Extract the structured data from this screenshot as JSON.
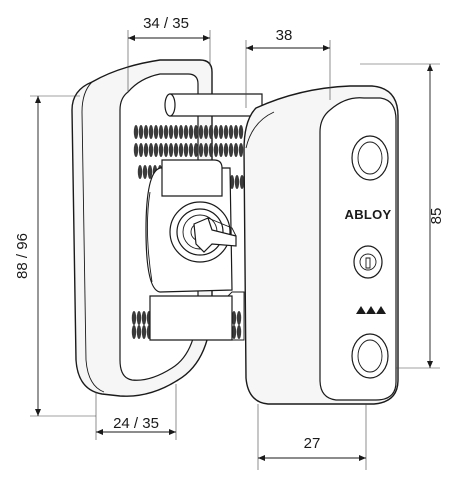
{
  "diagram": {
    "brand": "ABLOY",
    "dimensions": {
      "top_left": "34 / 35",
      "top_right": "38",
      "left_height": "88 / 96",
      "right_height": "85",
      "bottom_left": "24 / 35",
      "bottom_right": "27"
    },
    "colors": {
      "line": "#1a1a1a",
      "spring": "#3a3a3a",
      "background": "#ffffff"
    }
  }
}
